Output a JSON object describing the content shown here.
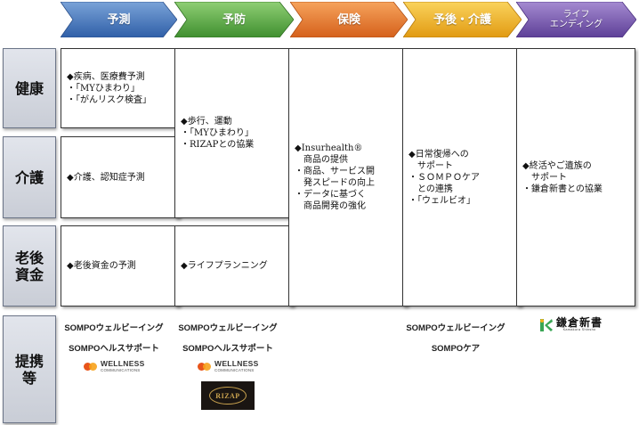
{
  "stages": [
    {
      "label": "予測",
      "color_top": "#7aa3d8",
      "color_bottom": "#2f5fa8"
    },
    {
      "label": "予防",
      "color_top": "#8fcf74",
      "color_bottom": "#3f8f2f"
    },
    {
      "label": "保険",
      "color_top": "#f6a35c",
      "color_bottom": "#d5601b"
    },
    {
      "label": "予後・介護",
      "color_top": "#fad35c",
      "color_bottom": "#e19a12"
    },
    {
      "label": "ライフ\nエンディング",
      "color_top": "#a58bd1",
      "color_bottom": "#5d3f97"
    }
  ],
  "rows": {
    "health": "健康",
    "care": "介護",
    "retirement": "老後\n資金",
    "partners": "提携\n等"
  },
  "cells": {
    "predict_health": "◆疾病、医療費予測\n・「MYひまわり」\n・「がんリスク検査」",
    "predict_care": "◆介護、認知症予測",
    "predict_retirement": "◆老後資金の予測",
    "prevent_health_care": "◆歩行、運動\n・「MYひまわり」\n・RIZAPとの協業",
    "prevent_retirement": "◆ライフプランニング",
    "insurance": "◆Insurhealth®\n　商品の提供\n・商品、サービス開\n　発スピードの向上\n・データに基づく\n　商品開発の強化",
    "aftercare": "◆日常復帰への\n　サポート\n・ＳＯＭＰＯケア\n　との連携\n・「ウェルビオ」",
    "ending": "◆終活やご遺族の\n　サポート\n・鎌倉新書との協業"
  },
  "partners": {
    "col1_a": "SOMPOウェルビーイング",
    "col1_b": "SOMPOヘルスサポート",
    "col2_a": "SOMPOウェルビーイング",
    "col2_b": "SOMPOヘルスサポート",
    "col4_a": "SOMPOウェルビーイング",
    "col4_b": "SOMPOケア",
    "wellness_main": "WELLNESS",
    "wellness_sub": "COMMUNICATIONS",
    "rizap": "RIZAP",
    "kamakura": "鎌倉新書",
    "kamakura_sub": "Kamakura Shinsho"
  }
}
